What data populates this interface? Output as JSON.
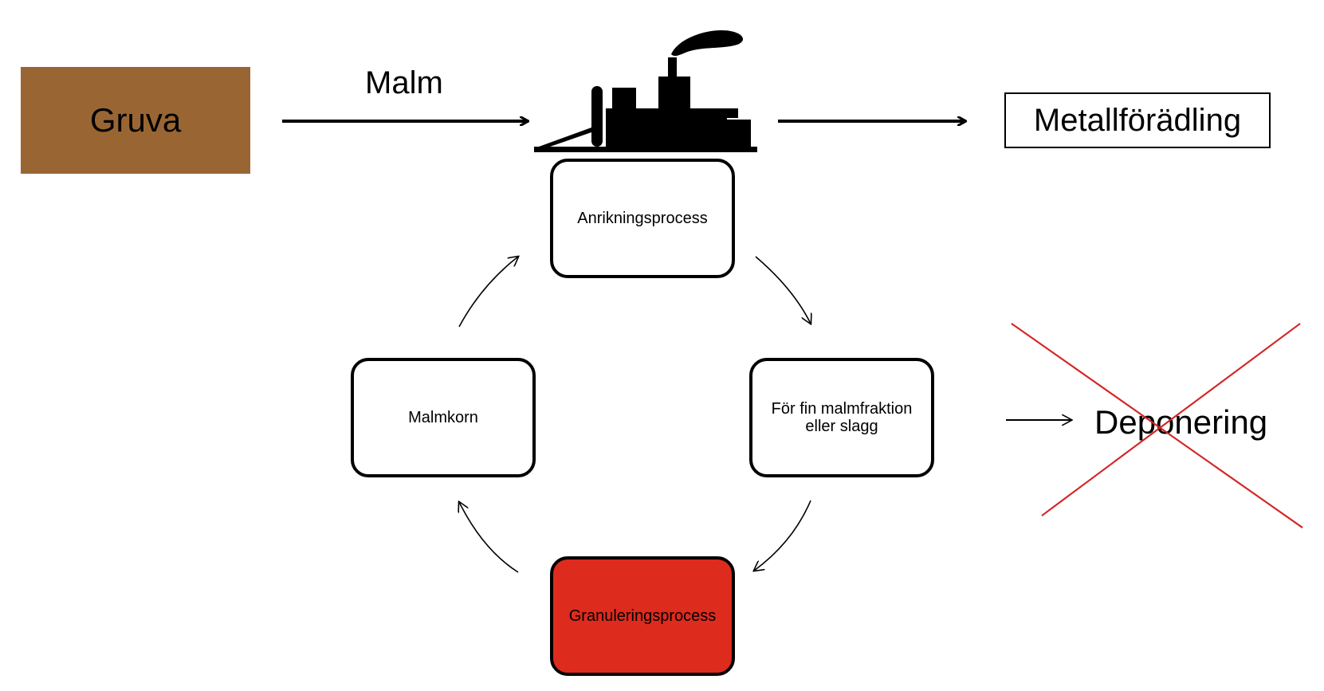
{
  "source": {
    "label": "Gruva",
    "color": "#996633"
  },
  "flow": {
    "input_label": "Malm"
  },
  "output": {
    "label": "Metallförädling"
  },
  "cycle": {
    "nodes": [
      {
        "label": "Anrikningsprocess"
      },
      {
        "label_line1": "För fin malmfraktion",
        "label_line2": "eller slagg"
      },
      {
        "label": "Granuleringsprocess",
        "fill": "#dd2b1e"
      },
      {
        "label": "Malmkorn"
      }
    ]
  },
  "disposal": {
    "label": "Deponering",
    "cross_color": "#d42626"
  },
  "icons": {
    "factory": "factory-icon"
  }
}
